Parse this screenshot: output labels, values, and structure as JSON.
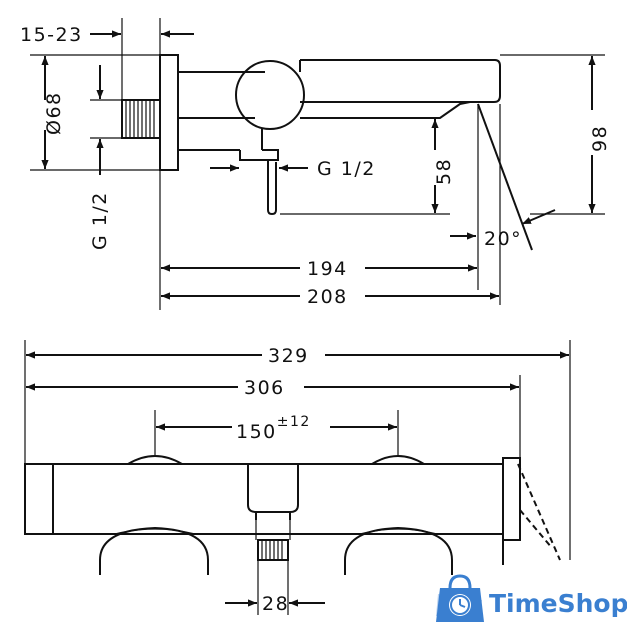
{
  "dimensions": {
    "d_15_23": "15-23",
    "d_68": "Ø68",
    "d_g12_left": "G 1/2",
    "d_g12_right": "G 1/2",
    "d_58": "58",
    "d_98": "98",
    "d_20deg": "20°",
    "d_194": "194",
    "d_208": "208",
    "d_329": "329",
    "d_306": "306",
    "d_150": "150",
    "d_150_tol": "±12",
    "d_28": "28"
  },
  "logo": {
    "text": "TimeShop",
    "icon": "shopping-bag-clock-icon",
    "color": "#3a7fd0"
  }
}
